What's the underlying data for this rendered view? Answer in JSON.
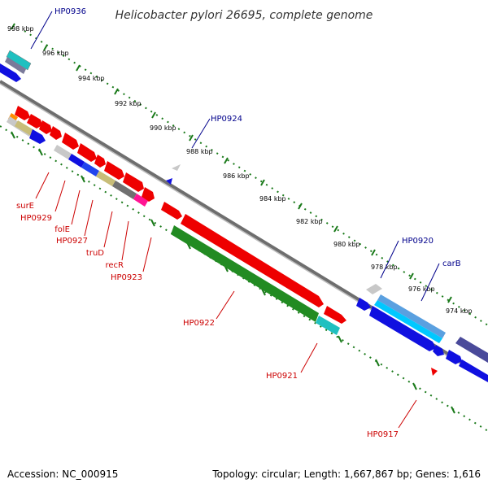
{
  "title": "Helicobacter pylori 26695, complete genome",
  "footer": {
    "accession": "Accession: NC_000915",
    "summary": "Topology: circular; Length: 1,667,867 bp; Genes: 1,616"
  },
  "scale_ticks": [
    "998 kbp",
    "996 kbp",
    "994 kbp",
    "992 kbp",
    "990 kbp",
    "988 kbp",
    "986 kbp",
    "984 kbp",
    "982 kbp",
    "980 kbp",
    "978 kbp",
    "976 kbp",
    "974 kbp"
  ],
  "forward_labels": [
    "HP0936",
    "HP0924",
    "HP0920",
    "carB"
  ],
  "reverse_labels": [
    "surE",
    "HP0929",
    "folE",
    "HP0927",
    "truD",
    "recR",
    "HP0923",
    "HP0922",
    "HP0921",
    "HP0917"
  ],
  "colors": {
    "forward_label": "#00008b",
    "reverse_label": "#cc0000",
    "tick_dots": "#1a7a1a",
    "backbone": "#808080"
  }
}
